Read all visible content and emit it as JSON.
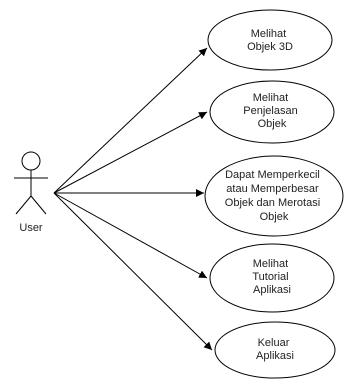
{
  "actor": {
    "name": "User"
  },
  "use_cases": [
    {
      "lines": [
        "Melihat",
        "Objek 3D"
      ]
    },
    {
      "lines": [
        "Melihat",
        "Penjelasan",
        "Objek"
      ]
    },
    {
      "lines": [
        "Dapat Memperkecil",
        "atau Memperbesar",
        "Objek dan Merotasi",
        "Objek"
      ]
    },
    {
      "lines": [
        "Melihat",
        "Tutorial",
        "Aplikasi"
      ]
    },
    {
      "lines": [
        "Keluar",
        "Aplikasi"
      ]
    }
  ]
}
